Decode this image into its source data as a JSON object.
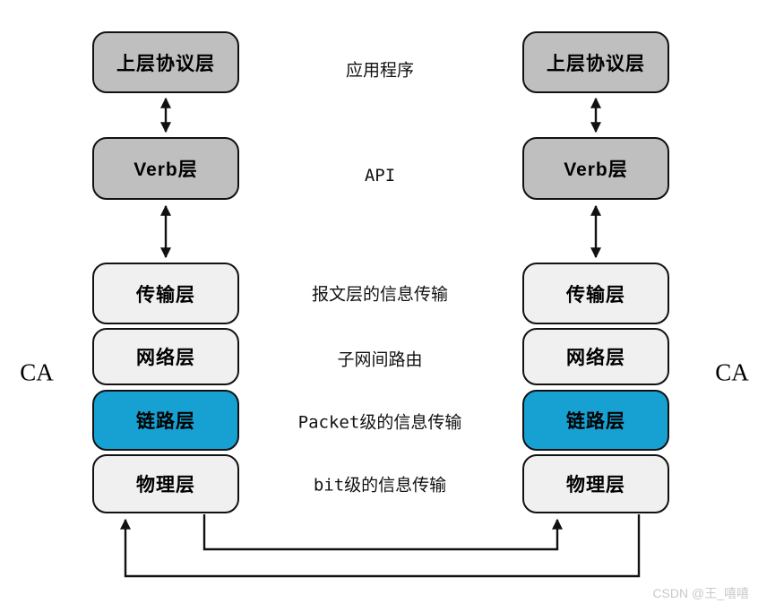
{
  "watermark": "CSDN @王_嘻嘻",
  "colors": {
    "dark_box": "#bfbfbf",
    "light_box": "#f0f0f0",
    "accent_box": "#16a1d2",
    "border": "#111111",
    "line": "#111111",
    "watermark": "#c9c9c9"
  },
  "stack": {
    "node_label": "CA",
    "layers": [
      {
        "id": "upper-protocol",
        "label": "上层协议层",
        "style": "dark"
      },
      {
        "id": "verb",
        "label": "Verb层",
        "style": "dark"
      },
      {
        "id": "transport",
        "label": "传输层",
        "style": "light"
      },
      {
        "id": "network",
        "label": "网络层",
        "style": "light"
      },
      {
        "id": "link",
        "label": "链路层",
        "style": "accent"
      },
      {
        "id": "physical",
        "label": "物理层",
        "style": "light"
      }
    ]
  },
  "middle_labels": [
    "应用程序",
    "API",
    "报文层的信息传输",
    "子网间路由",
    "Packet级的信息传输",
    "bit级的信息传输"
  ]
}
